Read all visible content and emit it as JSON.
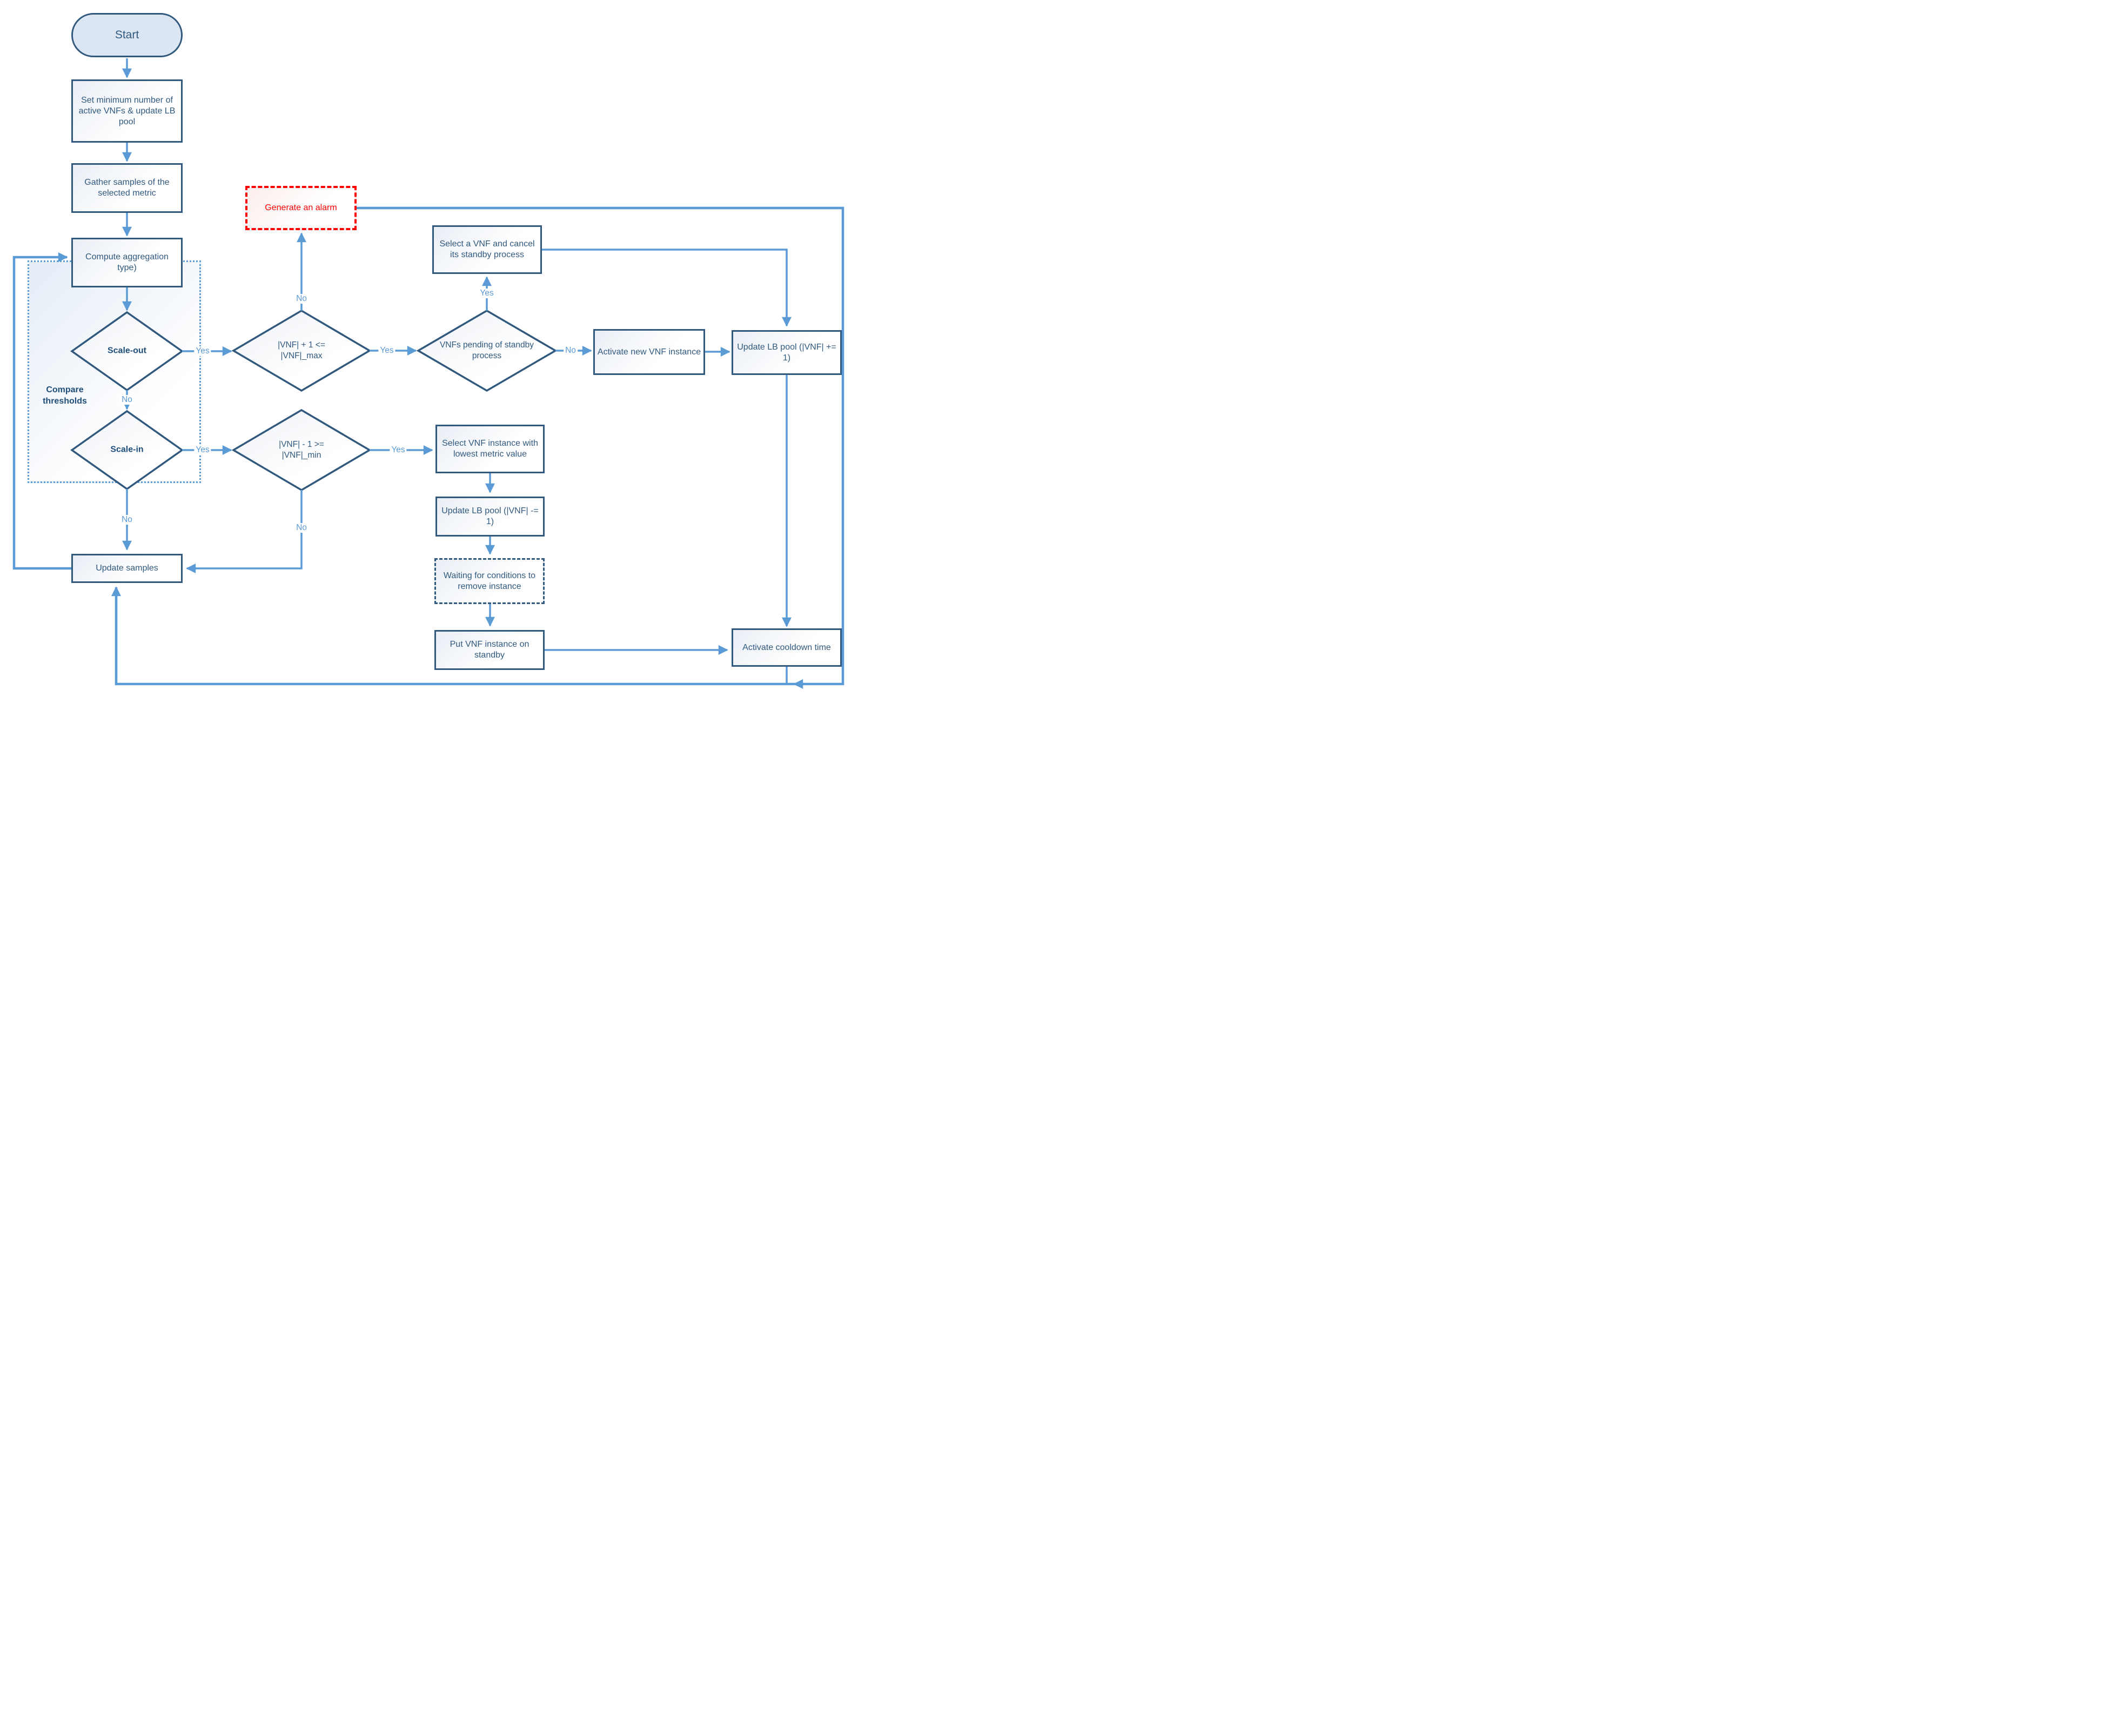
{
  "colors": {
    "accent_arrow": "#5b9bd5",
    "node_border": "#31597e",
    "node_text": "#31597e",
    "bold_text": "#1f4e79",
    "alarm_red": "#fe0000",
    "terminator_fill": "#dce6f2"
  },
  "nodes": {
    "start": "Start",
    "set_min": "Set minimum number of active VNFs & update LB pool",
    "gather": "Gather samples of the selected metric",
    "compute": "Compute aggregation type)",
    "alarm": "Generate an alarm",
    "select_cancel": "Select a VNF and cancel its standby process",
    "compare": "Compare thresholds",
    "scale_out": "Scale-out",
    "scale_in": "Scale-in",
    "d_max": "|VNF| + 1 <= |VNF|_max",
    "d_pending": "VNFs pending of standby process",
    "activate_new": "Activate new VNF instance",
    "update_pool_inc": "Update LB pool (|VNF| += 1)",
    "d_min": "|VNF| - 1 >= |VNF|_min",
    "select_lowest": "Select VNF instance with lowest metric value",
    "update_pool_dec": "Update LB pool (|VNF| -= 1)",
    "waiting": "Waiting for conditions to remove instance",
    "put_standby": "Put VNF instance on standby",
    "cooldown": "Activate cooldown time",
    "update_samples": "Update samples"
  },
  "edge_labels": {
    "scale_out_yes": "Yes",
    "scale_out_no": "No",
    "d_max_no": "No",
    "d_max_yes": "Yes",
    "d_pending_yes": "Yes",
    "d_pending_no": "No",
    "scale_in_yes": "Yes",
    "scale_in_no": "No",
    "d_min_yes": "Yes",
    "d_min_no": "No"
  }
}
